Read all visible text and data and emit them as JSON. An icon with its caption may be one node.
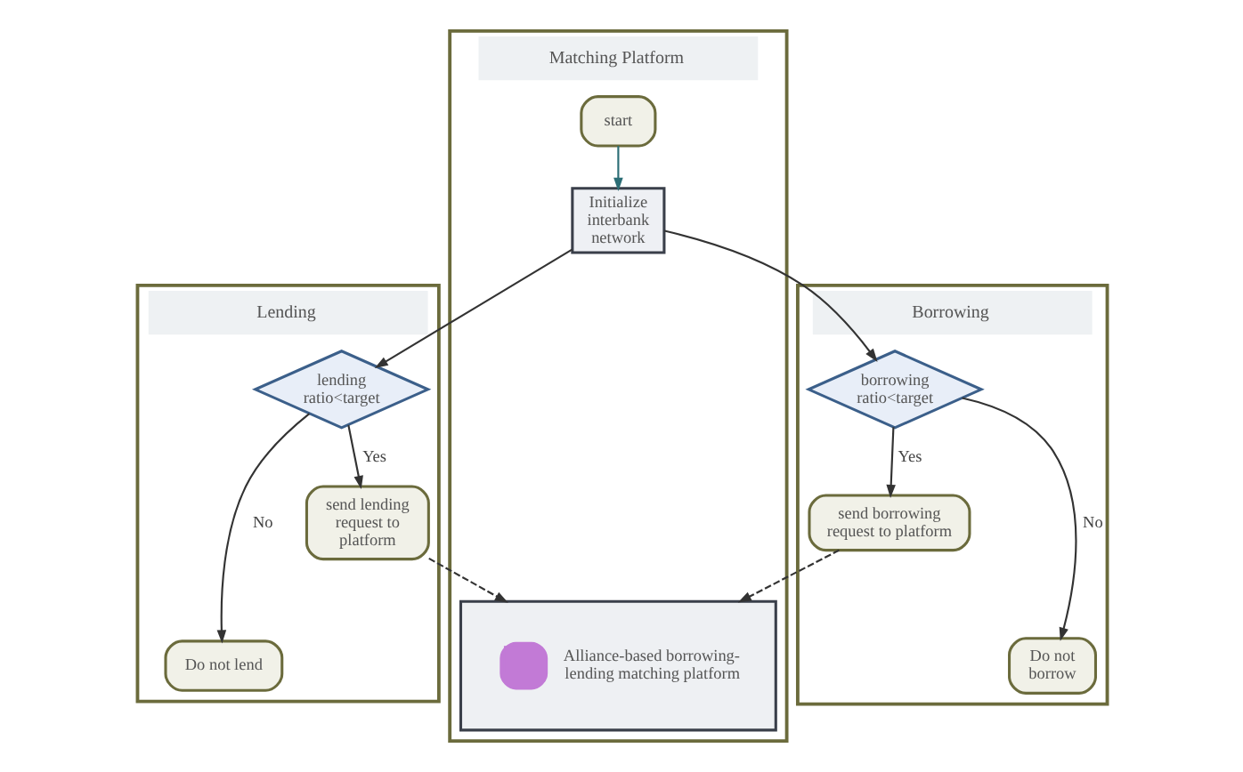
{
  "diagram": {
    "nodes": [
      {
        "text": [
          "Lending"
        ]
      },
      {
        "text": [
          "Matching Platform"
        ]
      },
      {
        "text": [
          "Borrowing"
        ]
      },
      {
        "text": [
          "start"
        ],
        "in": 1
      },
      {
        "text": [
          "Initialize interbank network"
        ],
        "in": 1
      },
      {
        "text": [
          "lending ratio<target"
        ],
        "in": 0
      },
      {
        "text": [
          "borrowing ratio<target"
        ],
        "in": 2
      },
      {
        "text": [
          "send lending request to platform"
        ],
        "in": 0
      },
      {
        "text": [
          "Alliance-based borrowing-lending matching platform"
        ],
        "in": 1
      },
      {
        "text": [
          "send borrowing request to platform"
        ],
        "in": 2
      },
      {
        "text": [
          "Do not lend"
        ],
        "in": 0
      },
      {
        "text": [
          "Do not borrow"
        ],
        "in": 2
      }
    ],
    "edges": [
      {
        "from": 3,
        "to": 4,
        "arrow": "to",
        "color": "#2c6e76"
      },
      {
        "from": 4,
        "to": 5,
        "arrow": "to"
      },
      {
        "from": 4,
        "to": 6,
        "arrow": "to"
      },
      {
        "from": 5,
        "to": 7,
        "arrow": "to",
        "label": "Yes"
      },
      {
        "from": 5,
        "to": 10,
        "arrow": "to",
        "label": "No"
      },
      {
        "from": 7,
        "to": 8,
        "arrow": "to",
        "style": "dashed"
      },
      {
        "from": 9,
        "to": 8,
        "arrow": "to",
        "style": "dashed"
      },
      {
        "from": 6,
        "to": 9,
        "arrow": "to",
        "label": "Yes"
      },
      {
        "from": 6,
        "to": 11,
        "arrow": "to",
        "label": "No"
      }
    ]
  }
}
